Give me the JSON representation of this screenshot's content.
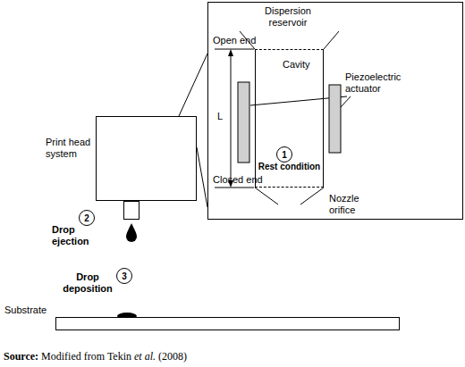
{
  "diagram": {
    "nodes": [
      {
        "text": [
          "Print head system"
        ]
      },
      {
        "text": [
          "Cavity"
        ]
      },
      {
        "text": [
          "1"
        ],
        "in": 1
      },
      {
        "text": [
          "2"
        ]
      },
      {
        "text": [
          "3"
        ]
      },
      {
        "text": [
          "Substrate"
        ]
      }
    ],
    "labels": [
      "Dispersion reservoir",
      "Open end",
      "L",
      "Piezoelectric actuator",
      "Rest condition",
      "Closed end",
      "Nozzle orifice",
      "Drop ejection",
      "Drop deposition",
      "Source:",
      "Modified from Tekin",
      "et al.",
      "(2008)"
    ]
  }
}
